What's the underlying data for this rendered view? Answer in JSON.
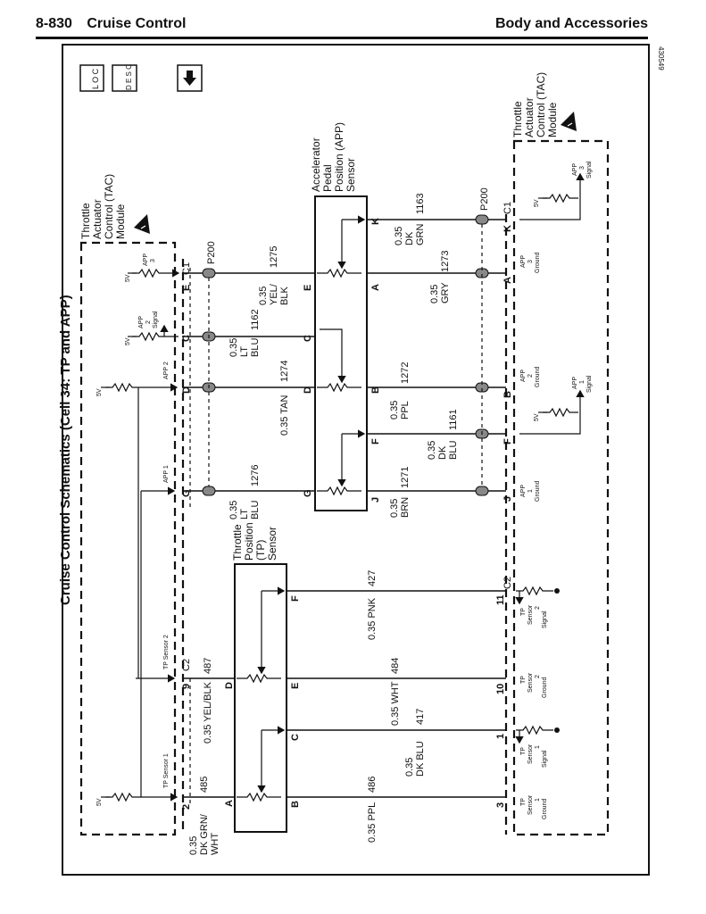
{
  "header": {
    "page_number": "8-830",
    "section": "Cruise Control",
    "chapter": "Body and Accessories"
  },
  "figure_id": "430549",
  "diagram_title": "Cruise Control Schematics (Cell 34: TP and APP)",
  "icons": {
    "location": "loc-icon",
    "description": "desc-icon",
    "navigate": "down-arrow-icon",
    "loc_label": "L O C",
    "desc_label": "D E S C"
  },
  "components": {
    "tac_left": [
      "Throttle",
      "Actuator",
      "Control (TAC)",
      "Module"
    ],
    "tac_right": [
      "Throttle",
      "Actuator",
      "Control (TAC)",
      "Module"
    ],
    "app_sensor": [
      "Accelerator",
      "Pedal",
      "Position (APP)",
      "Sensor"
    ],
    "tp_sensor": [
      "Throttle",
      "Position",
      "(TP)",
      "Sensor"
    ],
    "splice": "P200"
  },
  "connectors": {
    "c1": "C1",
    "c2": "C2"
  },
  "tac_left_internal": {
    "supply": "5V",
    "app3": [
      "APP",
      "3"
    ],
    "app2_signal": [
      "APP",
      "2",
      "Signal"
    ],
    "app2": "APP 2",
    "app1": "APP 1",
    "tp_sensor2": "TP Sensor 2",
    "tp_sensor1": "TP Sensor 1"
  },
  "tac_right_internal": {
    "supply": "5V",
    "app3_signal": [
      "APP",
      "3",
      "Signal"
    ],
    "app3_ground": [
      "APP",
      "3",
      "Ground"
    ],
    "app2_ground": [
      "APP",
      "2",
      "Ground"
    ],
    "app1_signal": [
      "APP",
      "1",
      "Signal"
    ],
    "app1_ground": [
      "APP",
      "1",
      "Ground"
    ],
    "tp2_signal": [
      "TP",
      "Sensor",
      "2",
      "Signal"
    ],
    "tp2_ground": [
      "TP",
      "Sensor",
      "2",
      "Ground"
    ],
    "tp1_signal": [
      "TP",
      "Sensor",
      "1",
      "Signal"
    ],
    "tp1_ground": [
      "TP",
      "Sensor",
      "1",
      "Ground"
    ]
  },
  "app_circuits": [
    {
      "tac_pin": "E",
      "sensor_pin_left": "E",
      "sensor_pin_right": "A",
      "tac_right_pin": "A",
      "left_wire": [
        "0.35",
        "YEL/",
        "BLK"
      ],
      "left_circuit": "1275",
      "right_wire": [
        "0.35",
        "GRY"
      ],
      "right_circuit": "1273"
    },
    {
      "tac_pin": "C",
      "sensor_pin_left": "C",
      "sensor_pin_right": "K",
      "tac_right_pin": "K",
      "left_wire": [
        "0.35",
        "LT",
        "BLU"
      ],
      "left_circuit": "1162",
      "right_wire": [
        "0.35",
        "DK",
        "GRN"
      ],
      "right_circuit": "1163"
    },
    {
      "tac_pin": "D",
      "sensor_pin_left": "D",
      "sensor_pin_right": "B",
      "tac_right_pin": "B",
      "left_wire": [
        "0.35 TAN"
      ],
      "left_circuit": "1274",
      "right_wire": [
        "0.35",
        "PPL"
      ],
      "right_circuit": "1272"
    },
    {
      "tac_pin": "G",
      "sensor_pin_left": "G",
      "sensor_pin_right": "F",
      "tac_right_pin": "F",
      "left_wire": [
        "0.35",
        "LT",
        "BLU"
      ],
      "left_circuit": "1276",
      "right_wire": [
        "0.35",
        "DK",
        "BLU"
      ],
      "right_circuit": "1161"
    },
    {
      "sensor_pin_right": "J",
      "tac_right_pin": "J",
      "right_wire": [
        "0.35",
        "BRN"
      ],
      "right_circuit": "1271"
    }
  ],
  "tp_circuits": [
    {
      "tac_pin": "9",
      "sensor_pin": "D",
      "wire": "0.35 YEL/BLK",
      "circuit": "487"
    },
    {
      "tac_pin": "2",
      "sensor_pin": "A",
      "wire": [
        "0.35",
        "DK GRN/",
        "WHT"
      ],
      "circuit": "485"
    },
    {
      "sensor_pin": "F",
      "tac_right_pin": "11",
      "wire": "0.35 PNK",
      "circuit": "427"
    },
    {
      "sensor_pin": "E",
      "tac_right_pin": "10",
      "wire": "0.35 WHT",
      "circuit": "484"
    },
    {
      "sensor_pin": "C",
      "tac_right_pin": "1",
      "wire": [
        "0.35",
        "DK BLU"
      ],
      "circuit": "417"
    },
    {
      "sensor_pin": "B",
      "tac_right_pin": "3",
      "wire": "0.35 PPL",
      "circuit": "486"
    }
  ]
}
